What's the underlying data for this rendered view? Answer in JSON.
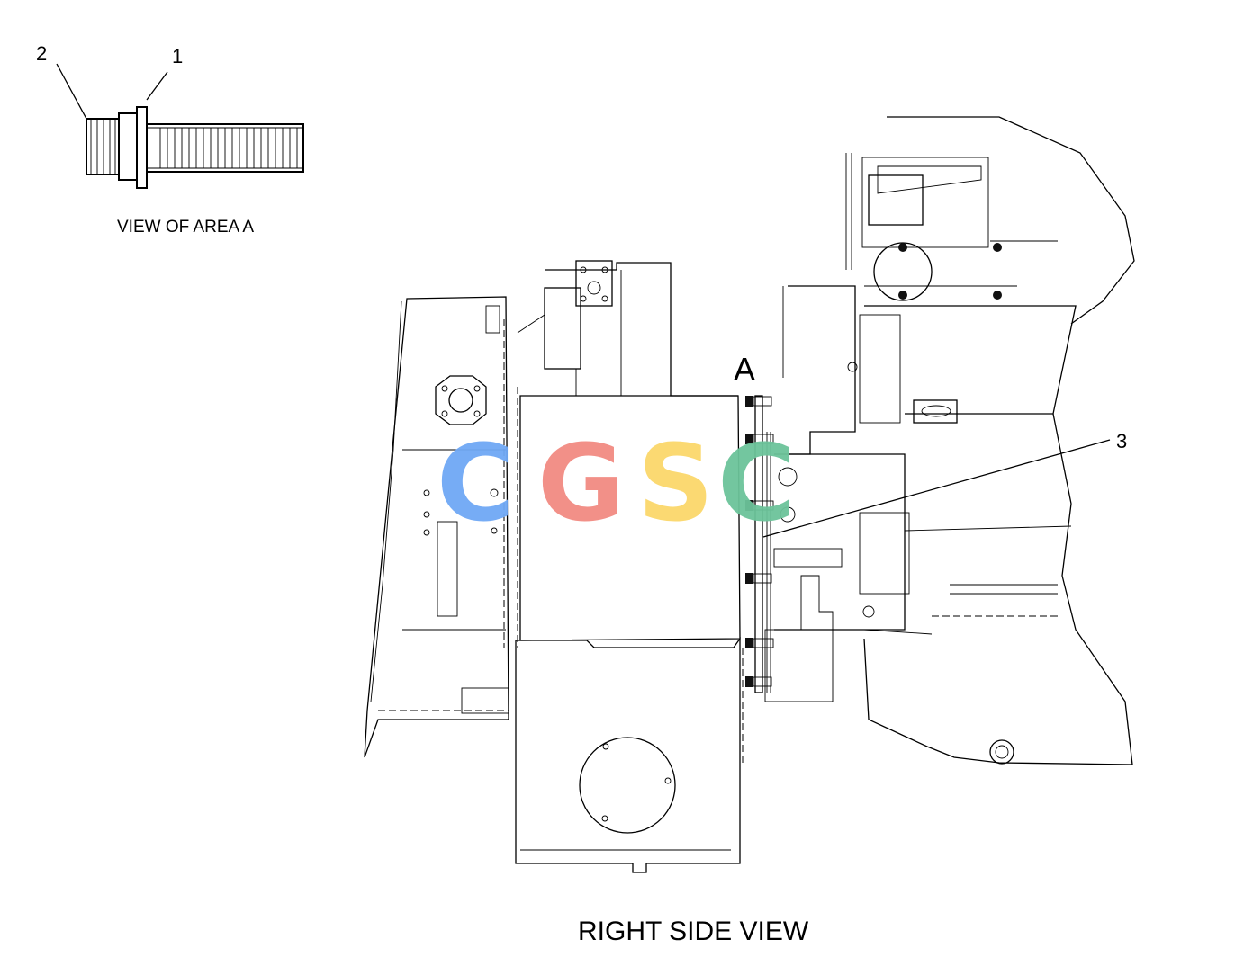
{
  "callouts": {
    "part_1": "1",
    "part_2": "2",
    "part_3": "3",
    "area_a": "A"
  },
  "captions": {
    "detail_view": "VIEW OF AREA A",
    "main_view": "RIGHT SIDE VIEW"
  },
  "watermark": {
    "letters": [
      "C",
      "G",
      "S",
      "C"
    ],
    "colors": [
      "#6fa8f5",
      "#f28b82",
      "#fbd86b",
      "#6cc49a"
    ]
  }
}
